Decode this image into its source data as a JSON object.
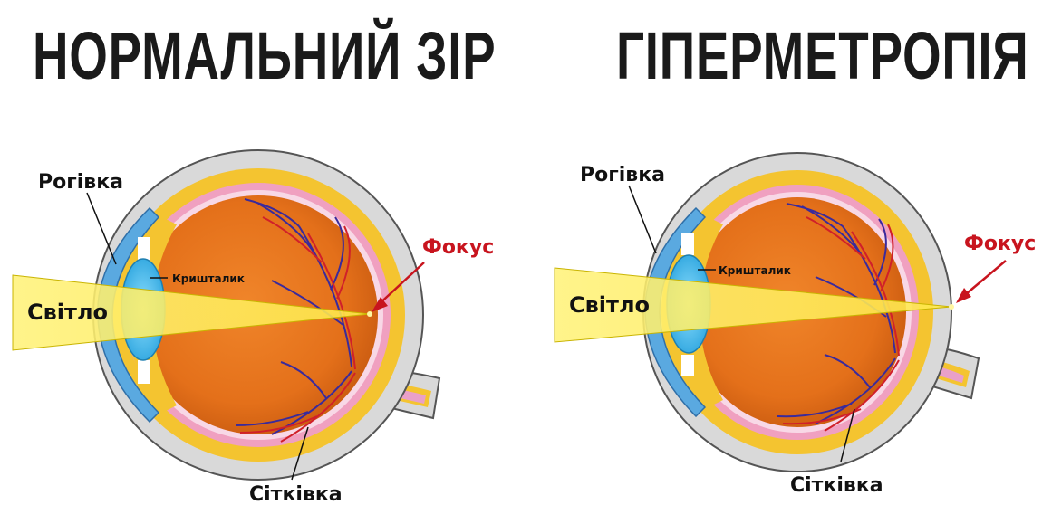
{
  "left_panel": {
    "title": "НОРМАЛЬНИЙ ЗІР",
    "labels": {
      "cornea": "Рогівка",
      "lens": "Кришталик",
      "light": "Світло",
      "focus": "Фокус",
      "retina": "Сітківка"
    }
  },
  "right_panel": {
    "title": "ГІПЕРМЕТРОПІЯ",
    "labels": {
      "cornea": "Рогівка",
      "lens": "Кришталик",
      "light": "Світло",
      "focus": "Фокус",
      "retina": "Сітківка"
    }
  },
  "colors": {
    "sclera": "#d9d9d9",
    "choroid": "#f4c430",
    "retina": "#f0a0c0",
    "vitreous": "#e8741c",
    "lens": "#3db3e8",
    "cornea": "#5aa9e0",
    "light_beam": "#fff27a",
    "veins": "#3a2a9c",
    "arteries": "#d0202a",
    "focus_label": "#c8141e"
  }
}
